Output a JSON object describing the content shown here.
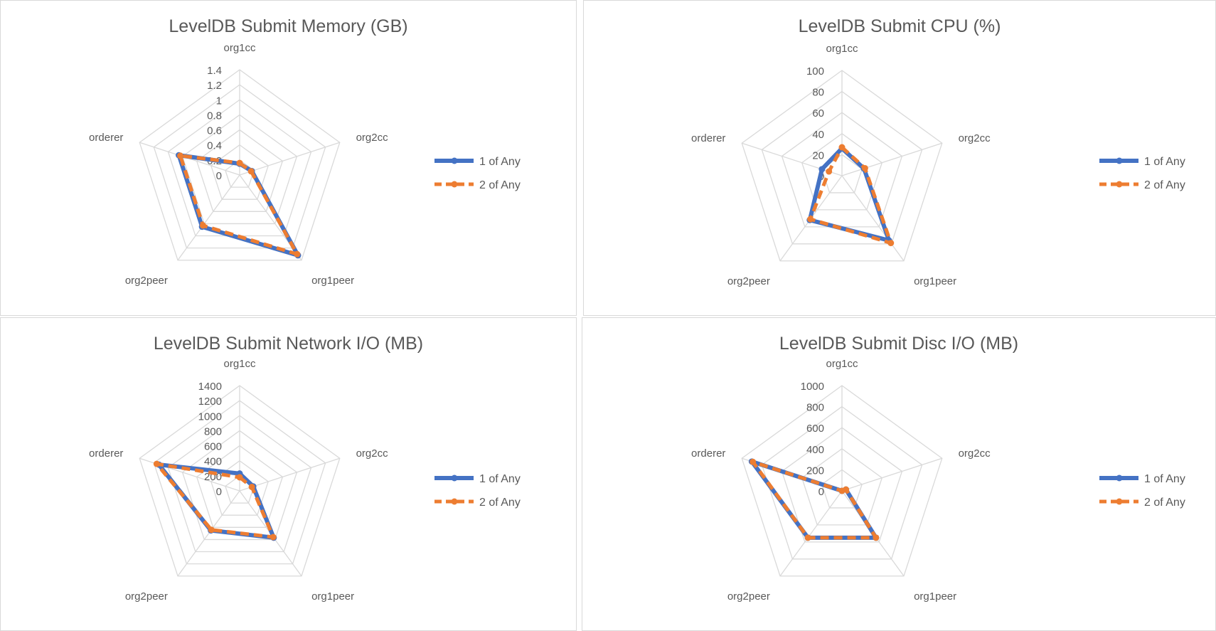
{
  "chart_data": [
    {
      "type": "radar",
      "title": "LevelDB Submit Memory (GB)",
      "categories": [
        "org1cc",
        "org2cc",
        "org1peer",
        "org2peer",
        "orderer"
      ],
      "axis_ticks": [
        "0",
        "0.2",
        "0.4",
        "0.6",
        "0.8",
        "1",
        "1.2",
        "1.4"
      ],
      "rlim": [
        0,
        1.4
      ],
      "series": [
        {
          "name": "1 of Any",
          "values": [
            0.15,
            0.17,
            1.32,
            0.85,
            0.85
          ]
        },
        {
          "name": "2 of Any",
          "values": [
            0.16,
            0.16,
            1.3,
            0.83,
            0.83
          ]
        }
      ],
      "legend_position": "right"
    },
    {
      "type": "radar",
      "title": "LevelDB Submit CPU (%)",
      "categories": [
        "org1cc",
        "org2cc",
        "org1peer",
        "org2peer",
        "orderer"
      ],
      "axis_ticks": [
        "0",
        "20",
        "40",
        "60",
        "80",
        "100"
      ],
      "rlim": [
        0,
        100
      ],
      "series": [
        {
          "name": "1 of Any",
          "values": [
            26,
            22,
            76,
            52,
            20
          ]
        },
        {
          "name": "2 of Any",
          "values": [
            27,
            23,
            79,
            51,
            13
          ]
        }
      ],
      "legend_position": "right"
    },
    {
      "type": "radar",
      "title": "LevelDB Submit Network I/O (MB)",
      "categories": [
        "org1cc",
        "org2cc",
        "org1peer",
        "org2peer",
        "orderer"
      ],
      "axis_ticks": [
        "0",
        "200",
        "400",
        "600",
        "800",
        "1000",
        "1200",
        "1400"
      ],
      "rlim": [
        0,
        1400
      ],
      "series": [
        {
          "name": "1 of Any",
          "values": [
            230,
            190,
            770,
            650,
            1130
          ]
        },
        {
          "name": "2 of Any",
          "values": [
            180,
            170,
            760,
            640,
            1160
          ]
        }
      ],
      "legend_position": "right"
    },
    {
      "type": "radar",
      "title": "LevelDB Submit Disc I/O (MB)",
      "categories": [
        "org1cc",
        "org2cc",
        "org1peer",
        "org2peer",
        "orderer"
      ],
      "axis_ticks": [
        "0",
        "200",
        "400",
        "600",
        "800",
        "1000"
      ],
      "rlim": [
        0,
        1000
      ],
      "series": [
        {
          "name": "1 of Any",
          "values": [
            0,
            40,
            550,
            550,
            900
          ]
        },
        {
          "name": "2 of Any",
          "values": [
            0,
            40,
            550,
            550,
            890
          ]
        }
      ],
      "legend_position": "right"
    }
  ],
  "colors": {
    "series_1": "#4472c4",
    "series_2": "#ed7d31",
    "grid": "#d9d9d9",
    "text": "#595959"
  }
}
